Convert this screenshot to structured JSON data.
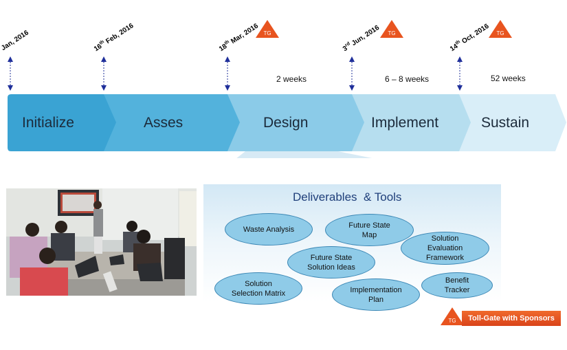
{
  "timeline": {
    "dates": [
      {
        "main": "Jan, 2016",
        "sfx": ""
      },
      {
        "pre": "16",
        "sfx": "th",
        "post": " Feb, 2016"
      },
      {
        "pre": "18",
        "sfx": "th",
        "post": " Mar, 2016"
      },
      {
        "pre": "3",
        "sfx": "rd",
        "post": " Jun, 2016"
      },
      {
        "pre": "14",
        "sfx": "th",
        "post": " Oct, 2016"
      }
    ],
    "durations": [
      "2 weeks",
      "6 – 8 weeks",
      "52 weeks"
    ],
    "tg_badge": "TG"
  },
  "phases": [
    "Initialize",
    "Asses",
    "Design",
    "Implement",
    "Sustain"
  ],
  "phase_colors": [
    "#3aa3d3",
    "#53b2dc",
    "#8bcbe8",
    "#b6deef",
    "#d9eef8"
  ],
  "deliverables": {
    "title": "Deliverables  & Tools",
    "items": [
      "Waste Analysis",
      "Future State Map",
      "Solution Evaluation Framework",
      "Future State Solution Ideas",
      "Solution Selection Matrix",
      "Implementation Plan",
      "Benefit Tracker"
    ]
  },
  "legend": {
    "badge": "TG",
    "label": "Toll-Gate with Sponsors",
    "color": "#e8541f"
  }
}
